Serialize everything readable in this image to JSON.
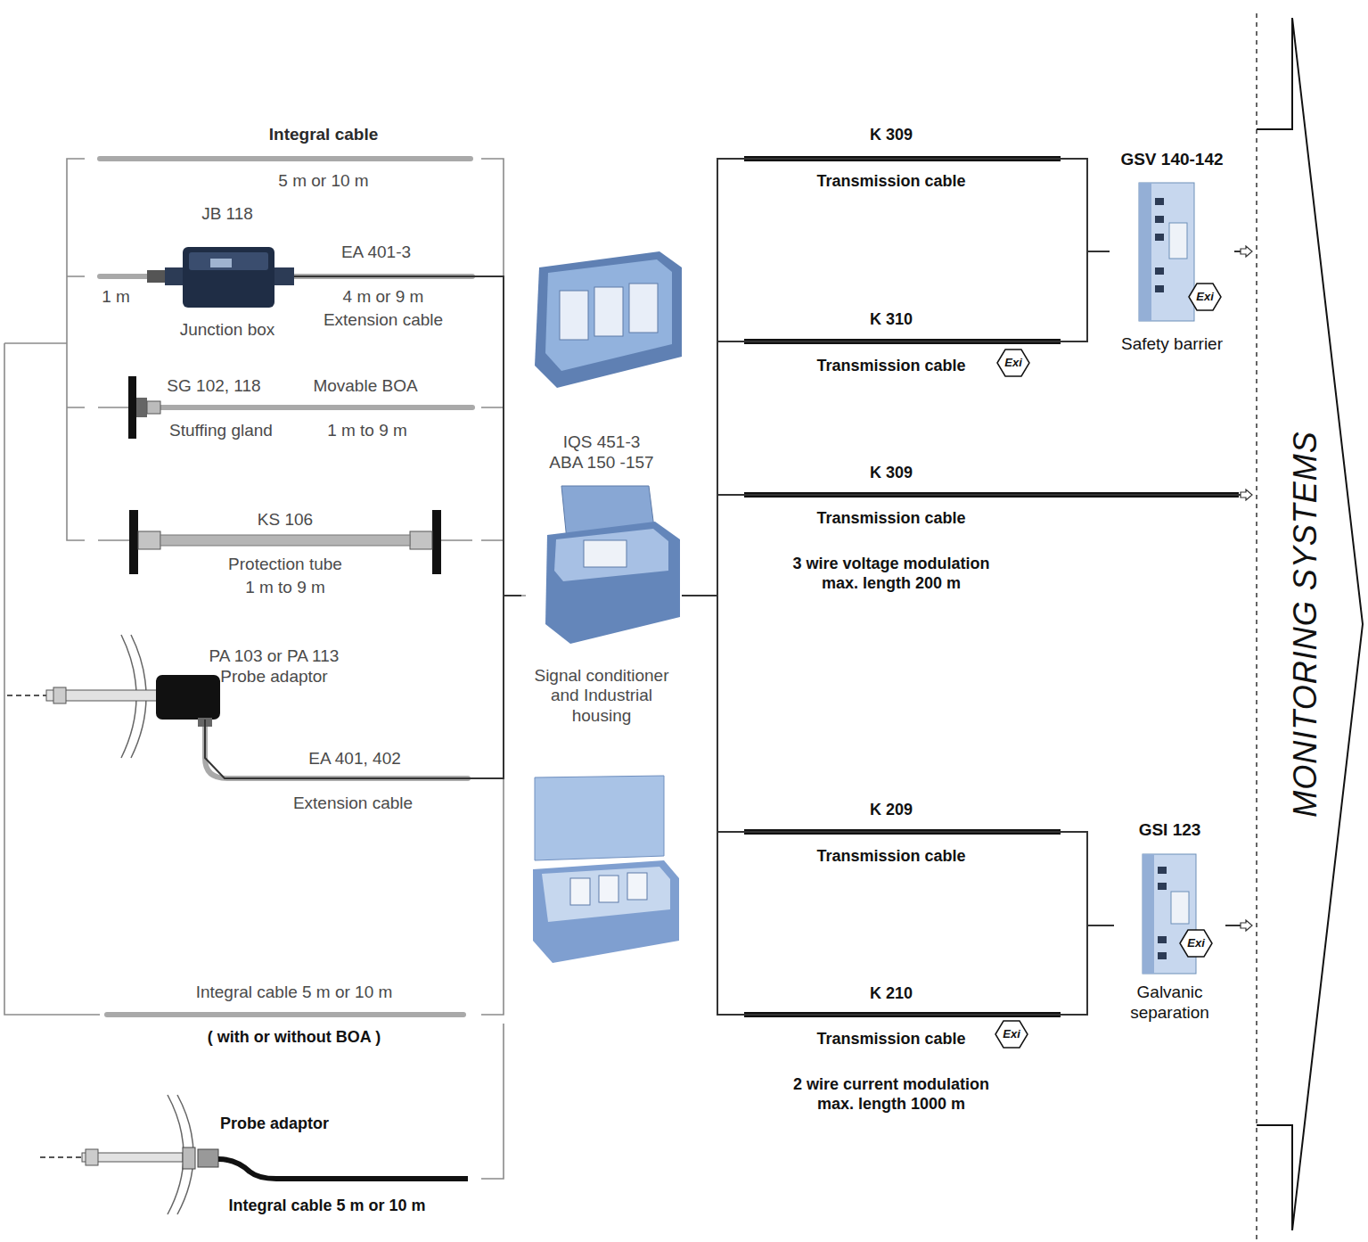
{
  "diagram": {
    "nodes": [
      {
        "text": [
          "JB 118",
          "Junction box"
        ]
      },
      {
        "text": [
          "PA 103 or PA 113 Probe adaptor"
        ]
      },
      {
        "text": [
          "IQS 451-3 ABA 150 -157",
          "Signal conditioner and Industrial housing"
        ]
      },
      {
        "text": [
          "GSV 140-142",
          "Safety barrier"
        ]
      },
      {
        "text": [
          "GSI 123",
          "Galvanic separation"
        ]
      },
      {
        "text": [
          "MONITORING SYSTEMS"
        ]
      }
    ],
    "edges": [
      {
        "from": 0,
        "to": 2,
        "arrow": "none"
      },
      {
        "from": 1,
        "to": 2,
        "arrow": "none"
      },
      {
        "from": 2,
        "to": 3,
        "arrow": "none"
      },
      {
        "from": 2,
        "to": 3,
        "arrow": "none"
      },
      {
        "from": 2,
        "to": 5,
        "arrow": "to"
      },
      {
        "from": 2,
        "to": 4,
        "arrow": "none"
      },
      {
        "from": 2,
        "to": 4,
        "arrow": "none"
      },
      {
        "from": 3,
        "to": 5,
        "arrow": "to"
      },
      {
        "from": 4,
        "to": 5,
        "arrow": "to"
      }
    ],
    "labels": [
      "Integral cable",
      "5 m or 10 m",
      "1 m",
      "EA 401-3",
      "4 m or 9 m",
      "Extension cable",
      "SG 102, 118",
      "Movable BOA",
      "Stuffing gland",
      "1 m to 9 m",
      "KS 106",
      "Protection tube",
      "1 m to 9 m",
      "EA 401, 402",
      "Extension cable",
      "Integral cable 5 m or 10 m",
      "( with or without BOA )",
      "Probe adaptor",
      "Integral cable 5 m or 10 m",
      "K 309",
      "Transmission cable",
      "K 310",
      "Transmission cable",
      "Exi",
      "K 309",
      "Transmission cable",
      "3 wire voltage modulation max. length 200 m",
      "K 209",
      "Transmission cable",
      "K 210",
      "Transmission cable",
      "Exi",
      "2 wire current modulation max. length 1000 m",
      "Exi",
      "Exi"
    ]
  }
}
